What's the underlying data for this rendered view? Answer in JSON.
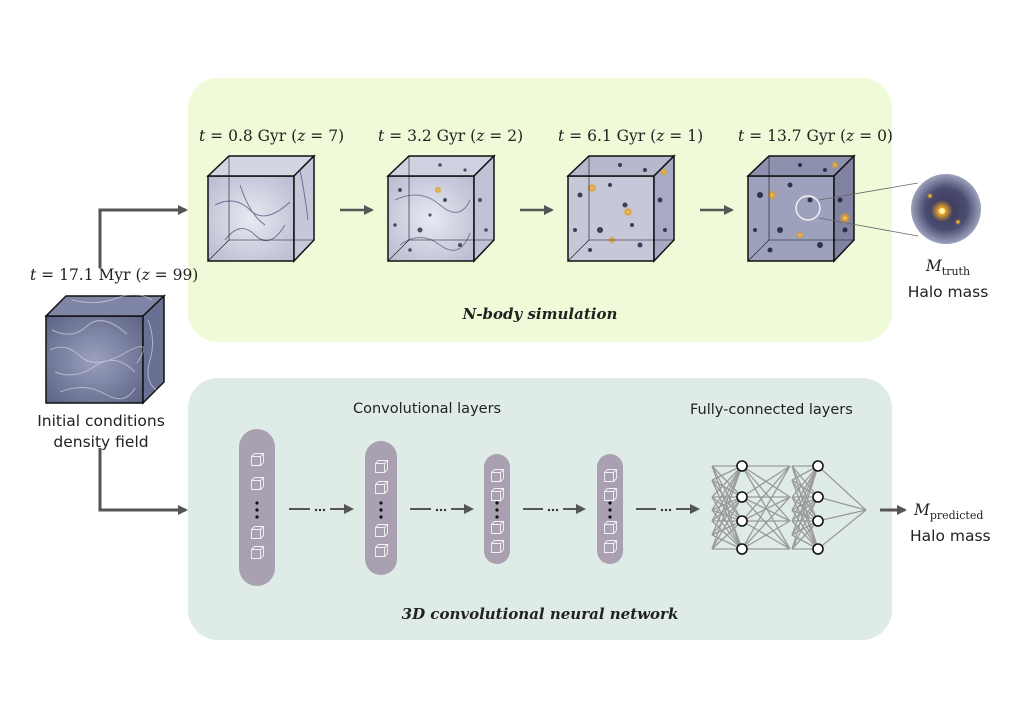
{
  "initial": {
    "time_prefix": "t",
    "time_value": "= 17.1 Myr",
    "redshift_open": "(",
    "redshift_sym": "z",
    "redshift_value": "= 99)",
    "caption_line1": "Initial conditions",
    "caption_line2": "density field"
  },
  "simulation": {
    "title": "N-body simulation",
    "snapshots": [
      {
        "t": "t",
        "time": "= 0.8 Gyr (",
        "z": "z",
        "zval": "= 7)"
      },
      {
        "t": "t",
        "time": "= 3.2 Gyr (",
        "z": "z",
        "zval": "= 2)"
      },
      {
        "t": "t",
        "time": "= 6.1 Gyr (",
        "z": "z",
        "zval": "= 1)"
      },
      {
        "t": "t",
        "time": "= 13.7 Gyr (",
        "z": "z",
        "zval": "= 0)"
      }
    ],
    "truth_symbol": "M",
    "truth_subscript": "truth",
    "truth_caption": "Halo mass"
  },
  "network": {
    "title": "3D convolutional neural network",
    "conv_label": "Convolutional layers",
    "fc_label": "Fully-connected layers",
    "pred_symbol": "M",
    "pred_subscript": "predicted",
    "pred_caption": "Halo mass"
  },
  "colors": {
    "sim_panel": "#eefad8",
    "cnn_panel": "#deebe6",
    "arrow": "#555555",
    "conv_block": "#a9a1b1"
  }
}
